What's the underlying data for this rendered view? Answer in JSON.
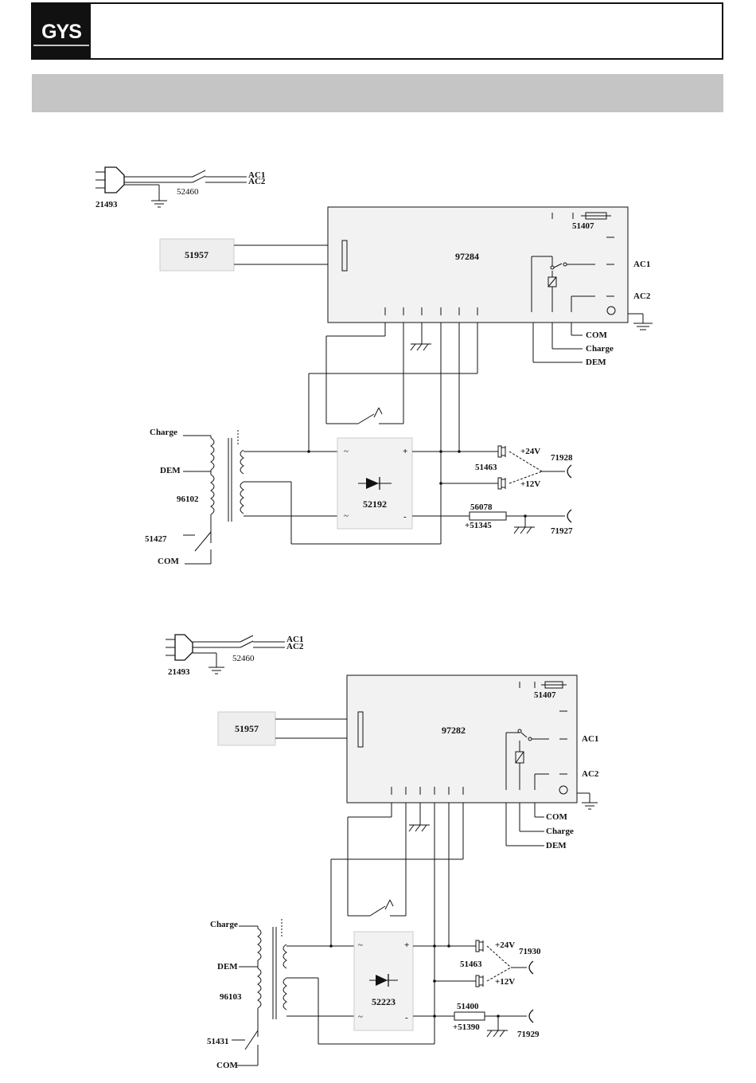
{
  "header": {
    "logo_text": "GYS"
  },
  "diagram1": {
    "plug": "21493",
    "switch": "52460",
    "ac1": "AC1",
    "ac2": "AC2",
    "aux_box": "51957",
    "board": "97284",
    "fuse": "51407",
    "board_ac1": "AC1",
    "board_ac2": "AC2",
    "com": "COM",
    "charge": "Charge",
    "dem": "DEM",
    "tr_charge": "Charge",
    "tr_dem": "DEM",
    "transformer": "96102",
    "thermal": "51427",
    "tr_com": "COM",
    "rectifier": "52192",
    "connector": "51463",
    "v24": "+24V",
    "v12": "+12V",
    "clamp_pos": "71928",
    "shunt": "56078",
    "shunt2": "+51345",
    "clamp_neg": "71927",
    "ac_sym": "~",
    "plus": "+",
    "minus": "-"
  },
  "diagram2": {
    "plug": "21493",
    "switch": "52460",
    "ac1": "AC1",
    "ac2": "AC2",
    "aux_box": "51957",
    "board": "97282",
    "fuse": "51407",
    "board_ac1": "AC1",
    "board_ac2": "AC2",
    "com": "COM",
    "charge": "Charge",
    "dem": "DEM",
    "tr_charge": "Charge",
    "tr_dem": "DEM",
    "transformer": "96103",
    "thermal": "51431",
    "tr_com": "COM",
    "rectifier": "52223",
    "connector": "51463",
    "v24": "+24V",
    "v12": "+12V",
    "clamp_pos": "71930",
    "shunt": "51400",
    "shunt2": "+51390",
    "clamp_neg": "71929",
    "ac_sym": "~",
    "plus": "+",
    "minus": "-"
  }
}
